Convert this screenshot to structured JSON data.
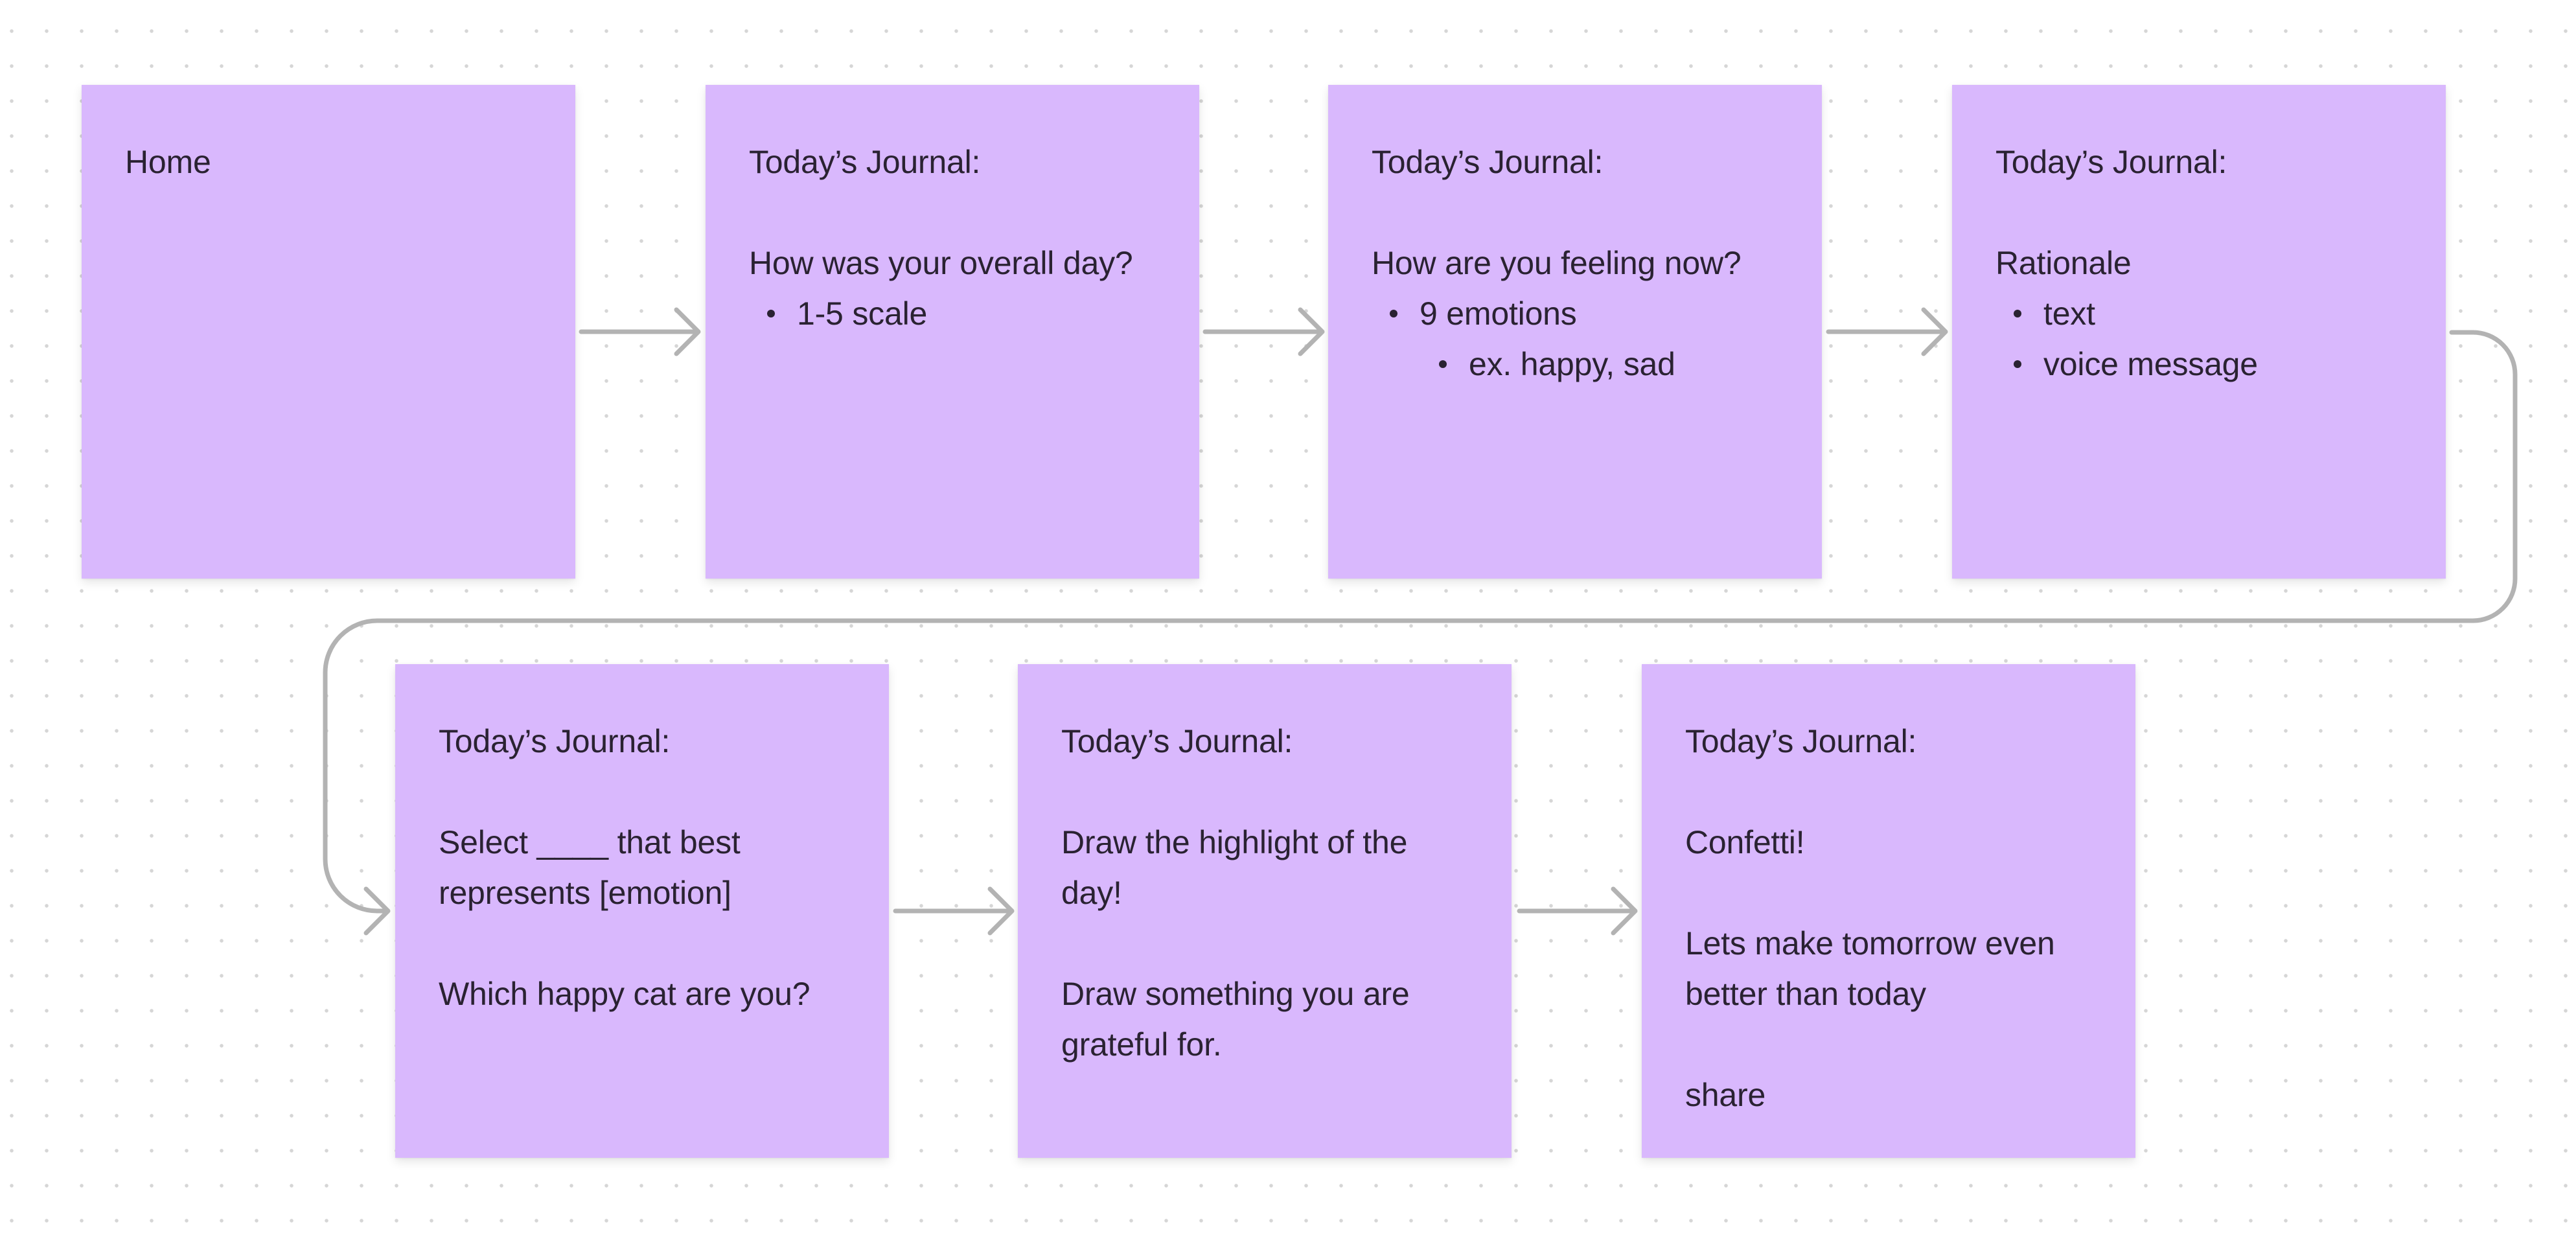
{
  "colors": {
    "note_fill": "#d9b8fd",
    "text": "#2a2232",
    "connector": "#b3b3b3",
    "grid_dot": "#d6d6d6",
    "background": "#ffffff"
  },
  "notes": [
    {
      "id": "home",
      "title": "Home",
      "lines": []
    },
    {
      "id": "overall-day",
      "title": "Today’s Journal:",
      "question": "How was your overall day?",
      "bullets": [
        {
          "level": 1,
          "text": "1-5 scale"
        }
      ]
    },
    {
      "id": "feeling-now",
      "title": "Today’s Journal:",
      "question": "How are you feeling now?",
      "bullets": [
        {
          "level": 1,
          "text": "9 emotions"
        },
        {
          "level": 2,
          "text": "ex. happy, sad"
        }
      ]
    },
    {
      "id": "rationale",
      "title": "Today’s Journal:",
      "question": "Rationale",
      "bullets": [
        {
          "level": 1,
          "text": "text"
        },
        {
          "level": 1,
          "text": "voice message"
        }
      ]
    },
    {
      "id": "select-emotion",
      "title": "Today’s Journal:",
      "paragraphs": [
        [
          "Select ____ that best",
          "represents [emotion]"
        ],
        [
          "Which happy cat are you?"
        ]
      ]
    },
    {
      "id": "draw-highlight",
      "title": "Today’s Journal:",
      "paragraphs": [
        [
          "Draw the highlight of the",
          "day!"
        ],
        [
          "Draw something you are",
          "grateful for."
        ]
      ]
    },
    {
      "id": "confetti",
      "title": "Today’s Journal:",
      "paragraphs": [
        [
          "Confetti!"
        ],
        [
          "Lets make tomorrow even",
          "better than today"
        ],
        [
          "share"
        ]
      ]
    }
  ],
  "connectors": [
    {
      "from": "home",
      "to": "overall-day"
    },
    {
      "from": "overall-day",
      "to": "feeling-now"
    },
    {
      "from": "feeling-now",
      "to": "rationale"
    },
    {
      "from": "rationale",
      "to": "select-emotion"
    },
    {
      "from": "select-emotion",
      "to": "draw-highlight"
    },
    {
      "from": "draw-highlight",
      "to": "confetti"
    }
  ]
}
